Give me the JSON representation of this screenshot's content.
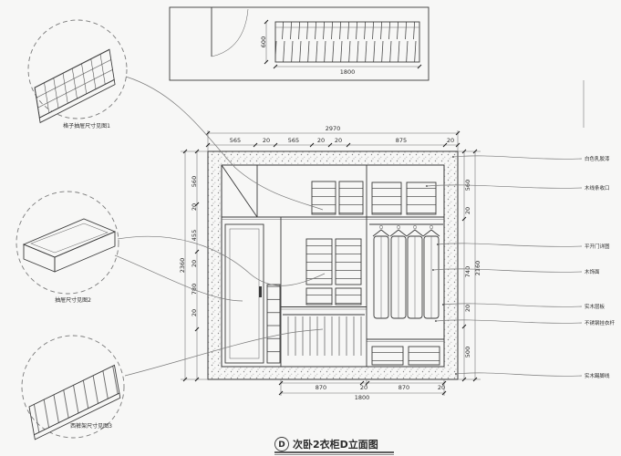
{
  "title_block": {
    "marker": "D",
    "title": "次卧2衣柜D立面图"
  },
  "plan": {
    "depth": "600",
    "width": "1800"
  },
  "elevation": {
    "total_width": "2970",
    "top_dims": [
      "565",
      "20",
      "565",
      "20",
      "20",
      "875",
      "20"
    ],
    "left_total": "2360",
    "left_dims": [
      "560",
      "20",
      "455",
      "20",
      "780",
      "20"
    ],
    "right_total": "2160",
    "right_dims": [
      "560",
      "20",
      "740",
      "20",
      "500"
    ],
    "bottom_total": "1800",
    "bottom_dims": [
      "870",
      "20",
      "870",
      "20"
    ]
  },
  "details": [
    {
      "caption": "格子抽屉尺寸见图1"
    },
    {
      "caption": "抽屉尺寸见图2"
    },
    {
      "caption": "西裤架尺寸见图3"
    }
  ],
  "annotations": [
    {
      "label": "白色乳胶漆"
    },
    {
      "label": "木线条收口"
    },
    {
      "label": "平开门详图"
    },
    {
      "label": "木饰面"
    },
    {
      "label": "实木层板"
    },
    {
      "label": "不锈钢挂衣杆"
    },
    {
      "label": "实木踢脚线"
    }
  ]
}
